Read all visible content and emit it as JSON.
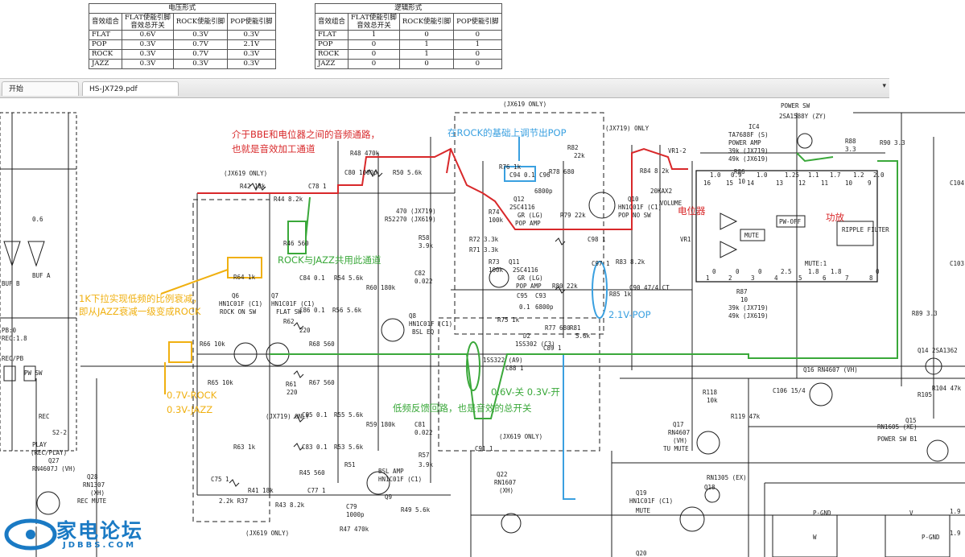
{
  "tables": {
    "voltage": {
      "caption": "电压形式",
      "headers": [
        "音效组合",
        "FLAT使能引脚\n音效总开关",
        "ROCK使能引脚",
        "POP使能引脚"
      ],
      "rows": [
        [
          "FLAT",
          "0.6V",
          "0.3V",
          "0.3V"
        ],
        [
          "POP",
          "0.3V",
          "0.7V",
          "2.1V"
        ],
        [
          "ROCK",
          "0.3V",
          "0.7V",
          "0.3V"
        ],
        [
          "JAZZ",
          "0.3V",
          "0.3V",
          "0.3V"
        ]
      ]
    },
    "logic": {
      "caption": "逻辑形式",
      "headers": [
        "音效组合",
        "FLAT使能引脚\n音效总开关",
        "ROCK使能引脚",
        "POP使能引脚"
      ],
      "rows": [
        [
          "FLAT",
          "1",
          "0",
          "0"
        ],
        [
          "POP",
          "0",
          "1",
          "1"
        ],
        [
          "ROCK",
          "0",
          "1",
          "0"
        ],
        [
          "JAZZ",
          "0",
          "0",
          "0"
        ]
      ]
    }
  },
  "tabs": {
    "home": "开始",
    "file": "HS-JX729.pdf"
  },
  "dropdown": "▾",
  "annotations": {
    "red_1": "介于BBE和电位器之间的音频通路，",
    "red_2": "也就是音效加工通道",
    "blue_top": "在ROCK的基础上调节出POP",
    "green_mid": "ROCK与JAZZ共用此通道",
    "yellow_1": "1K下拉实现低频的比例衰减，",
    "yellow_2": "即从JAZZ衰减一级变成ROCK",
    "yellow_3": "0.7V-ROCK",
    "yellow_4": "0.3V-JAZZ",
    "blue_pop": "2.1V-POP",
    "green_sw": "0.6V-关  0.3V-开",
    "green_bottom": "低频反馈回路，也是音效的总开关",
    "red_pot": "电位器",
    "red_amp": "功放"
  },
  "schematic_labels": {
    "jx619_only": "(JX619 ONLY)",
    "jx719_only": "(JX719) ONLY",
    "power_sw": "POWER SW",
    "q13": "2SA1588Y (ZY)",
    "ic4": "IC4",
    "ic4_part": "TA7688F (S)",
    "ic4_sub": "POWER AMP",
    "ic4_v1": "39k (JX719)",
    "ic4_v2": "49k (JX619)",
    "q12": "Q12",
    "q12_part": "2SC4116",
    "q12_sub": "GR (LG)",
    "q12_amp": "POP AMP",
    "q11": "Q11",
    "q11_part": "2SC4116",
    "q11_sub": "GR (LG)",
    "q11_amp": "POP AMP",
    "q10": "Q10",
    "q10_part": "HN1C01F (C1)",
    "q10_sub": "POP NO SW",
    "q8": "Q8",
    "q8_part": "HN1C01F (C1)",
    "q8_sub": "BSL EQ",
    "q7": "Q7",
    "q7_part": "HN1C01F (C1)",
    "q7_sub": "FLAT SW",
    "q6": "Q6",
    "q6_part": "HN1C01F (C1)",
    "q6_sub": "ROCK ON SW",
    "q9": "Q9",
    "q9_part": "HN1C01F (C1)",
    "q9_sub": "BSL AMP",
    "q14": "Q14 2SA1362",
    "q15": "Q15",
    "q15_part": "RN1605 (XE)",
    "q15_sub": "POWER SW B1",
    "q16": "Q16 RN4607 (VH)",
    "q17": "Q17",
    "q17_part": "RN4607",
    "q17_sub": "(VH)",
    "q17_mute": "TU MUTE",
    "q18": "Q18",
    "q18_part": "RN1305 (EX)",
    "q19": "Q19",
    "q19_part": "HN1C01F (C1)",
    "q19_sub": "MUTE",
    "q20": "Q20",
    "q22": "Q22",
    "q22_part": "RN1607",
    "q22_sub": "(XH)",
    "q27": "Q27",
    "q27_part": "RN4607J (VH)",
    "q28": "Q28",
    "q28_part": "RN1307",
    "q28_sub": "(XH)",
    "rec": "REC",
    "play": "PLAY",
    "rec_play": "(REC/PLAY)",
    "rec_mute": "REC MUTE",
    "s2_2": "S2-2",
    "pb": "PB:0",
    "rec_val": "REC:1.8",
    "rec_pb": "REC/PB",
    "pw_sw": "PW SW",
    "buf_a": "BUF A",
    "buf_b": "BUF B",
    "mute": "MUTE",
    "pw_off": "PW-OFF",
    "ripple": "RIPPLE FILTER",
    "vr1": "VR1",
    "vr1_2": "VR1-2",
    "vr1_part": "20KAX2",
    "volume": "VOLUME",
    "d2": "D2",
    "d2_part": "1SS302 (C3)",
    "d3": "1SS322 (A9)",
    "p_gnd_1": "P-GND",
    "p_gnd_2": "P-GND",
    "v_label": "V",
    "w_label": "W",
    "r42": "R42 18k",
    "r44": "R44 8.2k",
    "c78": "C78 1",
    "r48": "R48 470k",
    "c80": "C80 1000p",
    "r50": "R50 5.6k",
    "r52": "R52",
    "r52_v1": "470 (JX719)",
    "r52_v2": "270 (JX619)",
    "r46": "R46 560",
    "r58": "R58",
    "r58_v": "3.9k",
    "c82": "C82",
    "c82_v": "0.022",
    "r64": "R64 1k",
    "c84": "C84 0.1",
    "r54": "R54 5.6k",
    "r60": "R60 180k",
    "c86": "C86 0.1",
    "r56": "R56 5.6k",
    "r62": "R62",
    "r62_v": "220",
    "r66": "R66 10k",
    "r65": "R65 10k",
    "r68": "R68 560",
    "r61": "R61",
    "r61_v": "220",
    "r67": "R67 560",
    "c85": "C85 0.1",
    "r55": "R55 5.6k",
    "r59": "R59 180k",
    "c83": "C83 0.1",
    "r53": "R53 5.6k",
    "c81": "C81",
    "c81_v": "0.022",
    "r63": "R63 1k",
    "r45": "R45 560",
    "r51": "R51",
    "r57": "R57",
    "r57_v": "3.9k",
    "c75": "C75 1",
    "r41": "R41 18k",
    "r43": "R43 8.2k",
    "c77": "C77 1",
    "c79": "C79",
    "c79_v": "1000p",
    "r47": "R47 470k",
    "r49": "R49 5.6k",
    "r37": "2.2k R37",
    "r72": "R72 3.3k",
    "r71": "R71 3.3k",
    "r74": "R74",
    "r74_v": "100k",
    "r73": "R73",
    "r73_v": "100k",
    "r76": "R76 1k",
    "c94": "C94 0.1",
    "c96": "C96",
    "c96_v": "6800p",
    "r78": "R78 680",
    "r82": "R82",
    "r82_v": "22k",
    "r79": "R79 22k",
    "r80": "R80 22k",
    "c95": "C95",
    "c95_v": "0.1",
    "c93": "C93",
    "c93_v": "6800p",
    "r77": "R77 680",
    "r75": "R75 1k",
    "r81": "R81",
    "r81_v": "5.6k",
    "r84": "R84 8.2k",
    "c98": "C98 1",
    "c97": "C97 1",
    "r83": "R83 8.2k",
    "r85": "R85 1k",
    "c90": "C90 47/4 CT",
    "c89": "C89 1",
    "c88": "C88 1",
    "r86": "R86",
    "r86_v": "10",
    "r87": "R87",
    "r87_v": "10",
    "r88": "R88",
    "r88_v": "3.3",
    "r89": "R89 3.3",
    "r90": "R90 3.3",
    "c104": "C104 22/2",
    "c103": "C103 22/2",
    "c106": "C106 15/4",
    "r118": "R118",
    "r118_v": "10k",
    "r119": "R119 47k",
    "r105": "R105",
    "r104": "R104 47k",
    "c91": "C91 1",
    "pin16": "16",
    "pin15": "15",
    "pin14": "14",
    "pin13": "13",
    "pin12": "12",
    "pin11": "11",
    "pin10": "10",
    "pin9": "9",
    "pin1": "1",
    "pin2": "2",
    "pin3": "3",
    "pin4": "4",
    "pin5": "5",
    "pin6": "6",
    "pin7": "7",
    "pin8": "8",
    "v_10a": "1.0",
    "v_09": "0.9",
    "v_10b": "1.0",
    "v_125": "1.25",
    "v_11": "1.1",
    "v_17": "1.7",
    "v_20": "2.0",
    "v_12": "1.2",
    "v_00": "0",
    "v_0a": "0",
    "v_0b": "0",
    "v_25": "2.5",
    "v_18a": "1.8",
    "v_18b": "1.8",
    "v_19a": "1.9",
    "v_19b": "1.9",
    "v_06": "0.6",
    "v_0c": "0",
    "mute_1": "MUTE:1"
  },
  "logo": {
    "name": "家电论坛",
    "url": "JDBBS.COM"
  },
  "colors": {
    "red": "#d8282a",
    "blue": "#3aa0e0",
    "green": "#3aa83a",
    "yellow": "#f0b010",
    "ink": "#1c1c1c",
    "logo": "#1a7ac4"
  }
}
